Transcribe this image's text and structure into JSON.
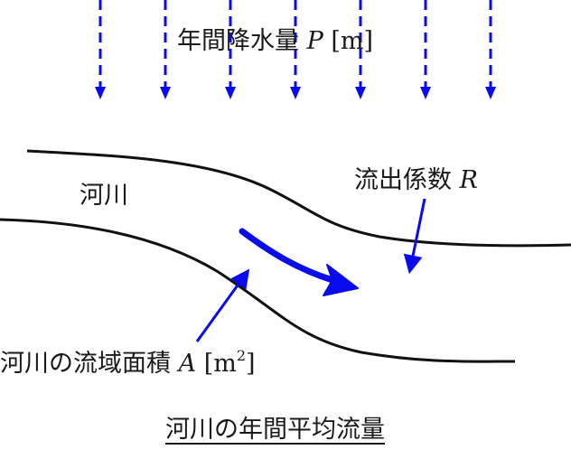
{
  "labels": {
    "precipitation": {
      "text": "年間降水量",
      "symbol": "P",
      "unit": "m"
    },
    "river": "河川",
    "runoff_coefficient": {
      "text": "流出係数",
      "symbol": "R"
    },
    "catchment_area": {
      "text": "河川の流域面積",
      "symbol": "A",
      "unit": "m",
      "unit_exp": "2"
    },
    "caption": "河川の年間平均流量"
  },
  "colors": {
    "arrows": "#0a0aee",
    "banks": "#111111",
    "text": "#1a1a1a"
  },
  "rain_arrow_count": 7
}
